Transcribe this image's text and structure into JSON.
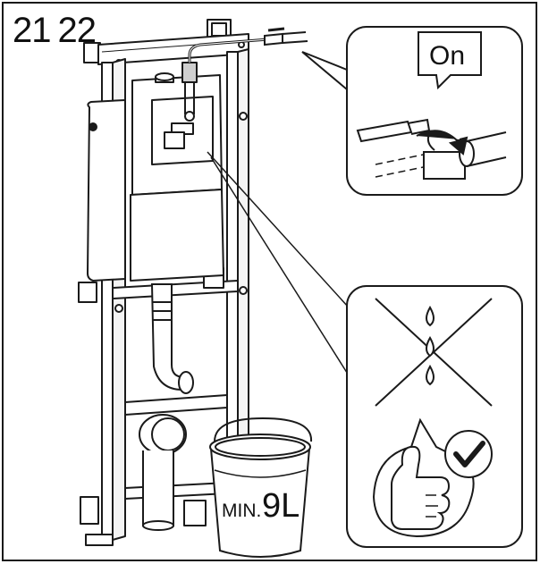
{
  "steps": [
    "21",
    "22"
  ],
  "callout_label": "On",
  "bucket_label_prefix": "MIN.",
  "bucket_label_value": "9L",
  "icons": {
    "valve": "ball-valve-icon",
    "drops": "water-drop-icon",
    "cross": "cross-mark-icon",
    "thumb": "thumbs-up-icon",
    "check": "checkmark-icon"
  },
  "colors": {
    "line": "#1a1a1a",
    "frame_bg": "#ffffff"
  }
}
